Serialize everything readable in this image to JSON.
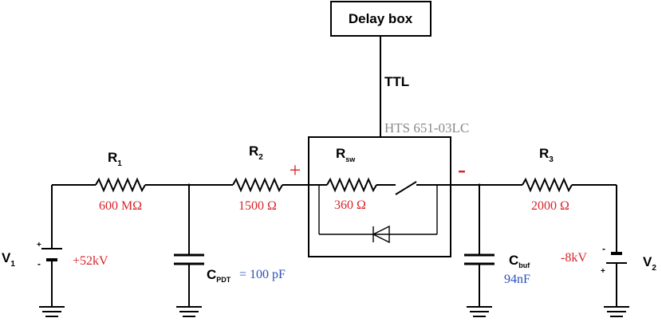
{
  "delay_box": {
    "label": "Delay box"
  },
  "ttl": {
    "label": "TTL"
  },
  "switch_module": {
    "label": "HTS 651-03LC",
    "plus": "+",
    "minus": "-"
  },
  "r1": {
    "name": "R",
    "sub": "1",
    "value": "600 MΩ"
  },
  "r2": {
    "name": "R",
    "sub": "2",
    "value": "1500 Ω"
  },
  "rsw": {
    "name": "R",
    "sub": "sw",
    "value": "360 Ω"
  },
  "r3": {
    "name": "R",
    "sub": "3",
    "value": "2000 Ω"
  },
  "v1": {
    "name": "V",
    "sub": "1",
    "value": "+52kV",
    "plus": "+",
    "minus": "-"
  },
  "v2": {
    "name": "V",
    "sub": "2",
    "value": "-8kV",
    "plus": "+",
    "minus": "-"
  },
  "cpdt": {
    "name": "C",
    "sub": "PDT",
    "value": "= 100 pF"
  },
  "cbuf": {
    "name": "C",
    "sub": "buf",
    "value": "94nF"
  },
  "colors": {
    "red": "#d8232a",
    "blue": "#2a4fb8",
    "gray": "#8a8a8a"
  }
}
